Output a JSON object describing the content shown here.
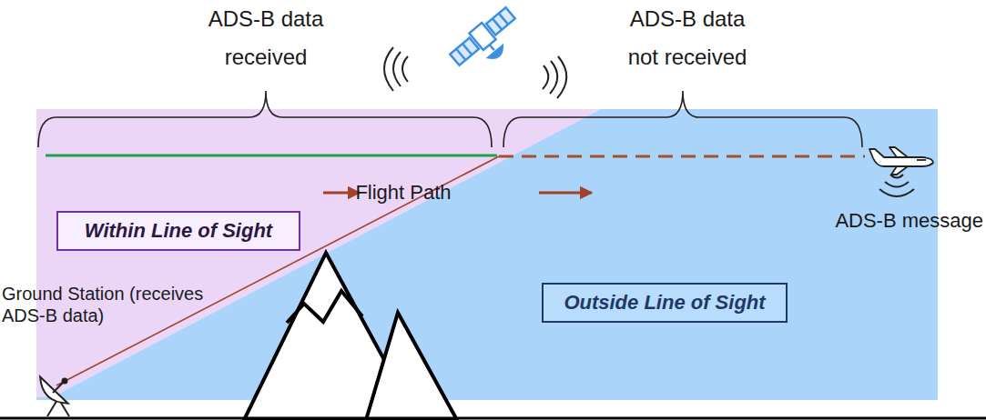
{
  "diagram": {
    "nodes": [
      {
        "text": [
          "Within Line of Sight"
        ]
      },
      {
        "text": [
          "Outside Line of Sight"
        ]
      }
    ],
    "labels": [
      "ADS-B data received",
      "ADS-B data not received",
      "Flight Path",
      "ADS-B message",
      "Ground Station (receives ADS-B data)"
    ]
  }
}
